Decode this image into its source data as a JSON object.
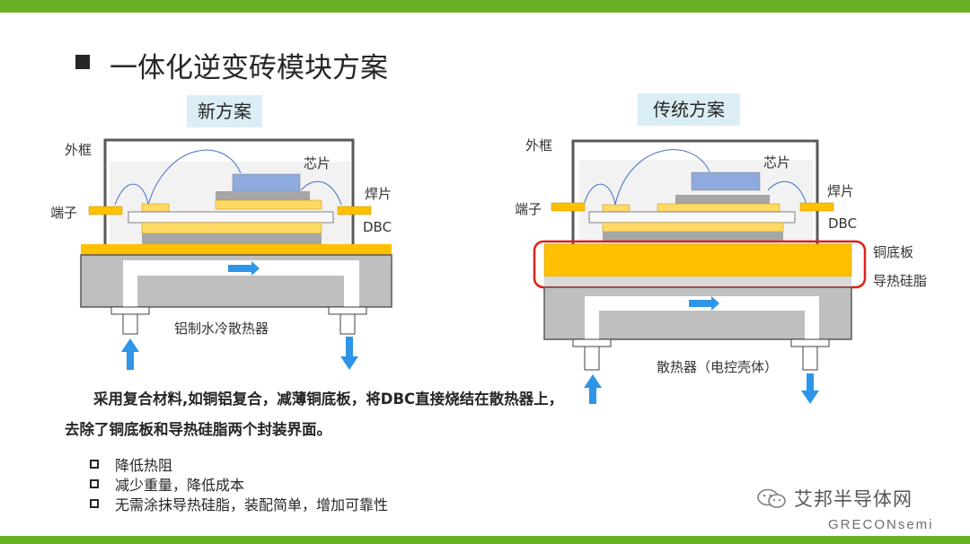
{
  "slide": {
    "title": "一体化逆变砖模块方案",
    "new_label": "新方案",
    "old_label": "传统方案"
  },
  "new_diagram": {
    "frame_label": "外框",
    "chip_label": "芯片",
    "terminal_label": "端子",
    "solder_label": "焊片",
    "dbc_label": "DBC",
    "heatsink_label": "铝制水冷散热器"
  },
  "old_diagram": {
    "frame_label": "外框",
    "chip_label": "芯片",
    "terminal_label": "端子",
    "solder_label": "焊片",
    "dbc_label": "DBC",
    "copper_label": "铜底板",
    "grease_label": "导热硅脂",
    "heatsink_label": "散热器（电控壳体）"
  },
  "description": "采用复合材料,如铜铝复合，减薄铜底板，将DBC直接烧结在散热器上，去除了铜底板和导热硅脂两个封装界面。",
  "bullets": [
    "降低热阻",
    "减少重量，降低成本",
    "无需涂抹导热硅脂，装配简单，增加可靠性"
  ],
  "watermark": {
    "text": "艾邦半导体网",
    "logo": "GRECONsemi"
  },
  "colors": {
    "accent_green": "#6ab023",
    "tag_bg": "#dbeef6",
    "copper": "#ffc000",
    "chip": "#8faadc",
    "solder": "#ffd966",
    "heatsink": "#bfbfbf",
    "arrow": "#2e95e8",
    "highlight": "#e0201a"
  }
}
